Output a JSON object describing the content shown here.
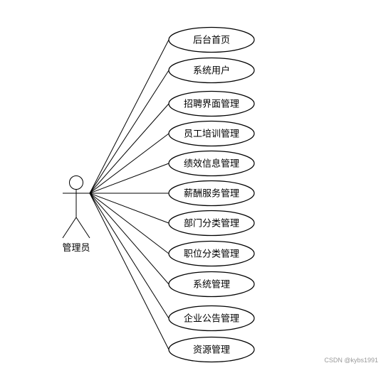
{
  "actor": {
    "label": "管理员"
  },
  "use_cases": [
    {
      "id": "backend-home",
      "label": "后台首页"
    },
    {
      "id": "system-users",
      "label": "系统用户"
    },
    {
      "id": "recruitment-management",
      "label": "招聘界面管理"
    },
    {
      "id": "employee-training-management",
      "label": "员工培训管理"
    },
    {
      "id": "performance-management",
      "label": "绩效信息管理"
    },
    {
      "id": "salary-management",
      "label": "薪酬服务管理"
    },
    {
      "id": "department-category-management",
      "label": "部门分类管理"
    },
    {
      "id": "position-category-management",
      "label": "职位分类管理"
    },
    {
      "id": "system-management",
      "label": "系统管理"
    },
    {
      "id": "company-announcement-management",
      "label": "企业公告管理"
    },
    {
      "id": "resource-management",
      "label": "资源管理"
    }
  ],
  "watermark": "CSDN @kybs1991"
}
